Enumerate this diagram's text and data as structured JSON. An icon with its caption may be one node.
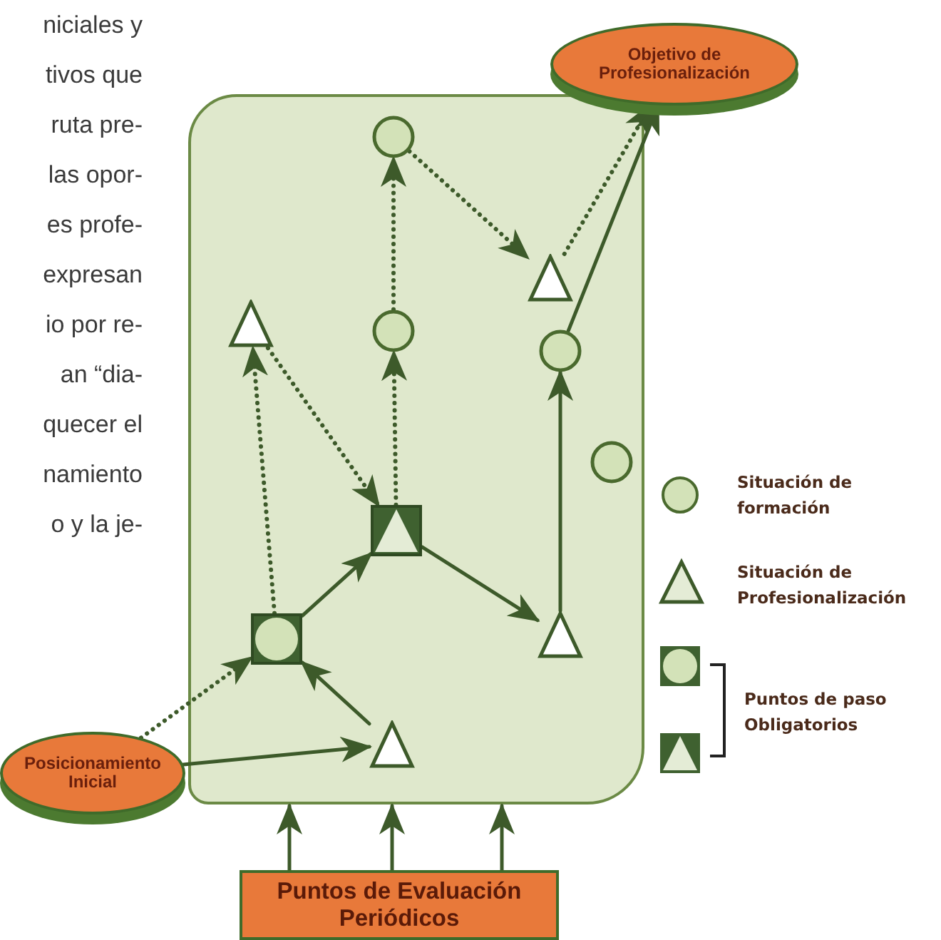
{
  "diagram": {
    "nodes": [
      {
        "text": [],
        "shape": "box"
      },
      {
        "text": [
          "Objetivo de Profesionalización"
        ]
      },
      {
        "text": [
          "Posicionamiento Inicial"
        ]
      },
      {
        "text": [
          "Puntos de Evaluación Periódicos"
        ]
      },
      {
        "text": [],
        "shape": "circle",
        "in": 0
      },
      {
        "text": [],
        "shape": "triangle",
        "in": 0
      },
      {
        "text": [],
        "shape": "triangle",
        "in": 0
      },
      {
        "text": [],
        "shape": "circle",
        "in": 0
      },
      {
        "text": [],
        "shape": "circle",
        "in": 0
      },
      {
        "text": [],
        "shape": "circle",
        "in": 0
      },
      {
        "text": [],
        "shape": "box",
        "in": 0
      },
      {
        "text": [],
        "shape": "box",
        "in": 0
      },
      {
        "text": [],
        "shape": "triangle",
        "in": 0
      },
      {
        "text": [],
        "shape": "triangle",
        "in": 0
      }
    ],
    "edges": [
      {
        "from": 2,
        "to": 11,
        "arrow": "to",
        "style": "dashed"
      },
      {
        "from": 2,
        "to": 13,
        "arrow": "to"
      },
      {
        "from": 13,
        "to": 11,
        "arrow": "to"
      },
      {
        "from": 11,
        "to": 10,
        "arrow": "to"
      },
      {
        "from": 10,
        "to": 12,
        "arrow": "to"
      },
      {
        "from": 11,
        "to": 6,
        "arrow": "to",
        "style": "dashed"
      },
      {
        "from": 6,
        "to": 10,
        "arrow": "to",
        "style": "dashed"
      },
      {
        "from": 10,
        "to": 7,
        "arrow": "to",
        "style": "dashed"
      },
      {
        "from": 7,
        "to": 4,
        "arrow": "to",
        "style": "dashed"
      },
      {
        "from": 4,
        "to": 5,
        "arrow": "to",
        "style": "dashed"
      },
      {
        "from": 5,
        "to": 1,
        "arrow": "to",
        "style": "dashed"
      },
      {
        "from": 12,
        "to": 8,
        "arrow": "to"
      },
      {
        "from": 8,
        "to": 1,
        "arrow": "to"
      },
      {
        "from": 3,
        "to": 0,
        "arrow": "to"
      },
      {
        "from": 3,
        "to": 0,
        "arrow": "to"
      },
      {
        "from": 3,
        "to": 0,
        "arrow": "to"
      }
    ],
    "labels": [
      "niciales y",
      "tivos que",
      "ruta pre-",
      "las opor-",
      "es profe-",
      "expresan",
      "io por re-",
      "an “dia-",
      "quecer el",
      "namiento",
      "o y la je-"
    ],
    "legend": [
      {
        "text": "Situación de formación"
      },
      {
        "text": "Situación de Profesionalización"
      },
      {
        "text": "Puntos de paso Obligatorios"
      }
    ]
  }
}
